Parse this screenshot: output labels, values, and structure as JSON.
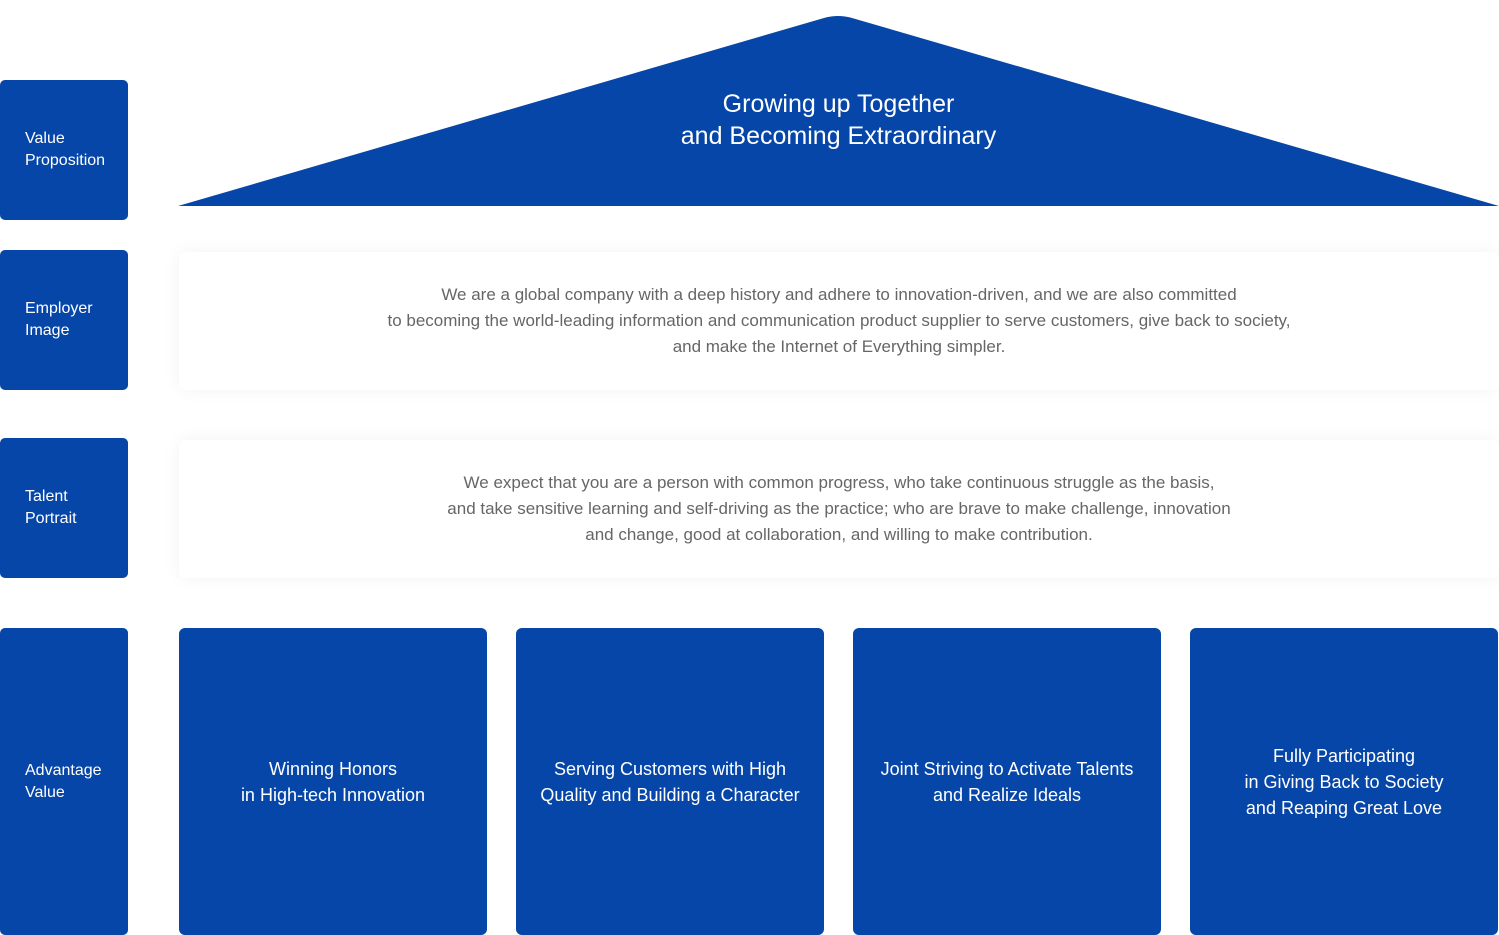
{
  "labels": {
    "value_proposition": [
      "Value",
      "Proposition"
    ],
    "employer_image": [
      "Employer",
      "Image"
    ],
    "talent_portrait": [
      "Talent",
      "Portrait"
    ],
    "advantage_value": [
      "Advantage",
      "Value"
    ]
  },
  "roof": {
    "title_lines": [
      "Growing up Together",
      "and Becoming Extraordinary"
    ]
  },
  "employer_image": {
    "lines": [
      "We are a global company with a deep history and adhere to innovation-driven, and we are also committed",
      "to becoming the world-leading information and communication product supplier to serve customers, give back to society,",
      "and make the Internet of Everything simpler."
    ]
  },
  "talent_portrait": {
    "lines": [
      "We expect that you are a person with common progress, who take continuous struggle as the basis,",
      "and take sensitive learning and self-driving as the practice; who are brave to make challenge, innovation",
      "and change, good at collaboration, and willing to make contribution."
    ]
  },
  "advantages": [
    {
      "lines": [
        "Winning Honors",
        "in High-tech Innovation"
      ]
    },
    {
      "lines": [
        "Serving Customers with High",
        "Quality and Building a Character"
      ]
    },
    {
      "lines": [
        "Joint Striving to Activate Talents",
        "and Realize Ideals"
      ]
    },
    {
      "lines": [
        "Fully Participating",
        "in Giving Back to Society",
        "and Reaping Great Love"
      ]
    }
  ],
  "colors": {
    "brand_blue": "#0646a8",
    "body_text": "#666666"
  }
}
